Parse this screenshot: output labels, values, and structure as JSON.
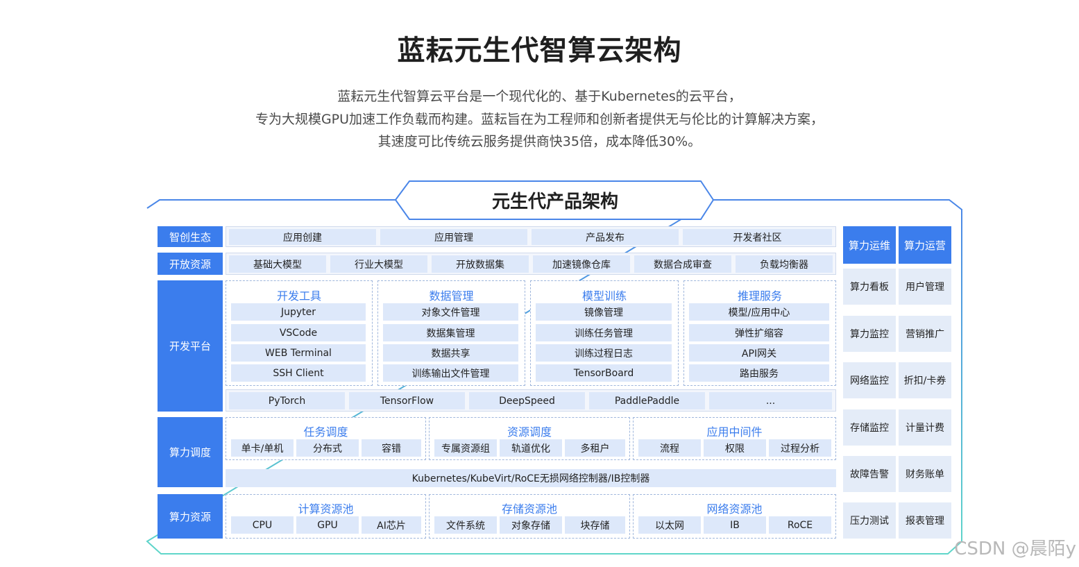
{
  "title": "蓝耘元生代智算云架构",
  "intro_lines": [
    "蓝耘元生代智算云平台是一个现代化的、基于Kubernetes的云平台，",
    "专为大规模GPU加速工作负载而构建。蓝耘旨在为工程师和创新者提供无与伦比的计算解决方案，",
    "其速度可比传统云服务提供商快35倍，成本降低30%。"
  ],
  "arch_title": "元生代产品架构",
  "layers": {
    "ecosystem": {
      "label": "智创生态",
      "items": [
        "应用创建",
        "应用管理",
        "产品发布",
        "开发者社区"
      ]
    },
    "open_resources": {
      "label": "开放资源",
      "items": [
        "基础大模型",
        "行业大模型",
        "开放数据集",
        "加速镜像仓库",
        "数据合成审查",
        "负载均衡器"
      ]
    },
    "dev_platform": {
      "label": "开发平台",
      "groups": [
        {
          "title": "开发工具",
          "items": [
            "Jupyter",
            "VSCode",
            "WEB Terminal",
            "SSH Client"
          ]
        },
        {
          "title": "数据管理",
          "items": [
            "对象文件管理",
            "数据集管理",
            "数据共享",
            "训练输出文件管理"
          ]
        },
        {
          "title": "模型训练",
          "items": [
            "镜像管理",
            "训练任务管理",
            "训练过程日志",
            "TensorBoard"
          ]
        },
        {
          "title": "推理服务",
          "items": [
            "模型/应用中心",
            "弹性扩缩容",
            "API网关",
            "路由服务"
          ]
        }
      ],
      "frameworks": [
        "PyTorch",
        "TensorFlow",
        "DeepSpeed",
        "PaddlePaddle",
        "..."
      ]
    },
    "scheduling": {
      "label": "算力调度",
      "groups": [
        {
          "title": "任务调度",
          "items": [
            "单卡/单机",
            "分布式",
            "容错"
          ]
        },
        {
          "title": "资源调度",
          "items": [
            "专属资源组",
            "轨道优化",
            "多租户"
          ]
        },
        {
          "title": "应用中间件",
          "items": [
            "流程",
            "权限",
            "过程分析"
          ]
        }
      ],
      "controller": "Kubernetes/KubeVirt/RoCE无损网络控制器/IB控制器"
    },
    "resources": {
      "label": "算力资源",
      "groups": [
        {
          "title": "计算资源池",
          "items": [
            "CPU",
            "GPU",
            "AI芯片"
          ]
        },
        {
          "title": "存储资源池",
          "items": [
            "文件系统",
            "对象存储",
            "块存储"
          ]
        },
        {
          "title": "网络资源池",
          "items": [
            "以太网",
            "IB",
            "RoCE"
          ]
        }
      ]
    }
  },
  "side": {
    "ops": {
      "label": "算力运维",
      "items": [
        "算力看板",
        "算力监控",
        "网络监控",
        "存储监控",
        "故障告警",
        "压力测试"
      ]
    },
    "biz": {
      "label": "算力运营",
      "items": [
        "用户管理",
        "营销推广",
        "折扣/卡券",
        "计量计费",
        "财务账单",
        "报表管理"
      ]
    }
  },
  "watermark": "CSDN @晨陌y",
  "colors": {
    "accent": "#3b7ded",
    "cell": "#dde8fa",
    "frame": "#4a86e8"
  }
}
